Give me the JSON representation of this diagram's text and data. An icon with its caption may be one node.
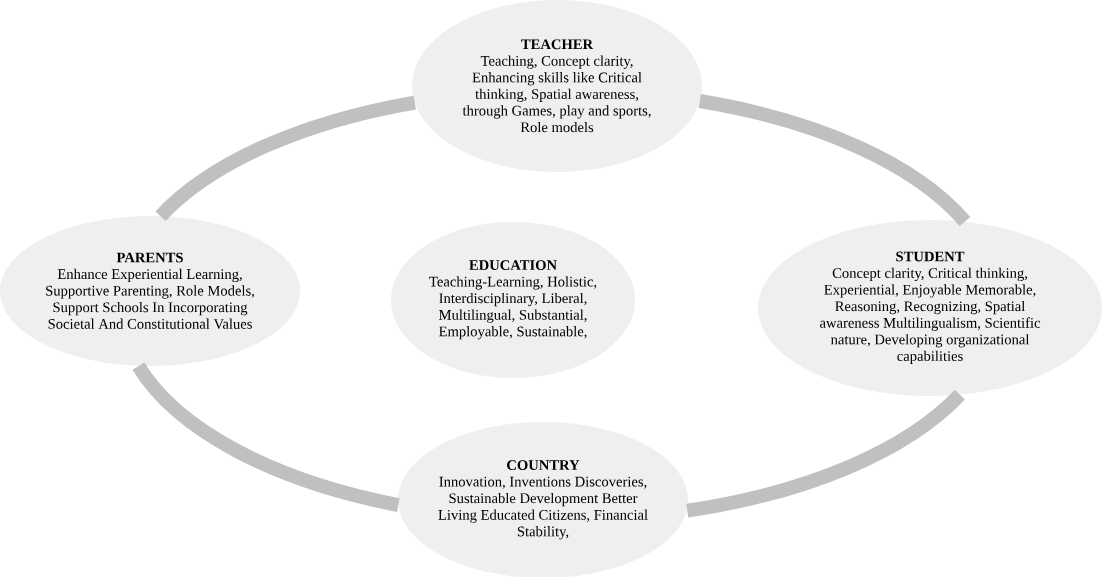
{
  "diagram": {
    "nodes": [
      {
        "text": [
          "TEACHER",
          "Teaching, Concept clarity, Enhancing skills like Critical thinking, Spatial awareness, through Games, play and sports, Role models"
        ]
      },
      {
        "text": [
          "PARENTS",
          "Enhance Experiential Learning, Supportive Parenting, Role Models, Support Schools In Incorporating Societal And Constitutional Values"
        ]
      },
      {
        "text": [
          "EDUCATION",
          "Teaching-Learning, Holistic, Interdisciplinary, Liberal, Multilingual, Substantial, Employable, Sustainable,"
        ]
      },
      {
        "text": [
          "STUDENT",
          "Concept clarity, Critical thinking, Experiential, Enjoyable Memorable, Reasoning, Recognizing, Spatial awareness Multilingualism, Scientific nature, Developing organizational capabilities"
        ]
      },
      {
        "text": [
          "COUNTRY",
          "Innovation, Inventions Discoveries, Sustainable Development Better Living Educated Citizens, Financial Stability,"
        ]
      }
    ],
    "edges": [
      {
        "from": 0,
        "to": 3,
        "arrow": "none"
      },
      {
        "from": 3,
        "to": 4,
        "arrow": "none"
      },
      {
        "from": 4,
        "to": 1,
        "arrow": "none"
      },
      {
        "from": 1,
        "to": 0,
        "arrow": "none"
      }
    ]
  }
}
